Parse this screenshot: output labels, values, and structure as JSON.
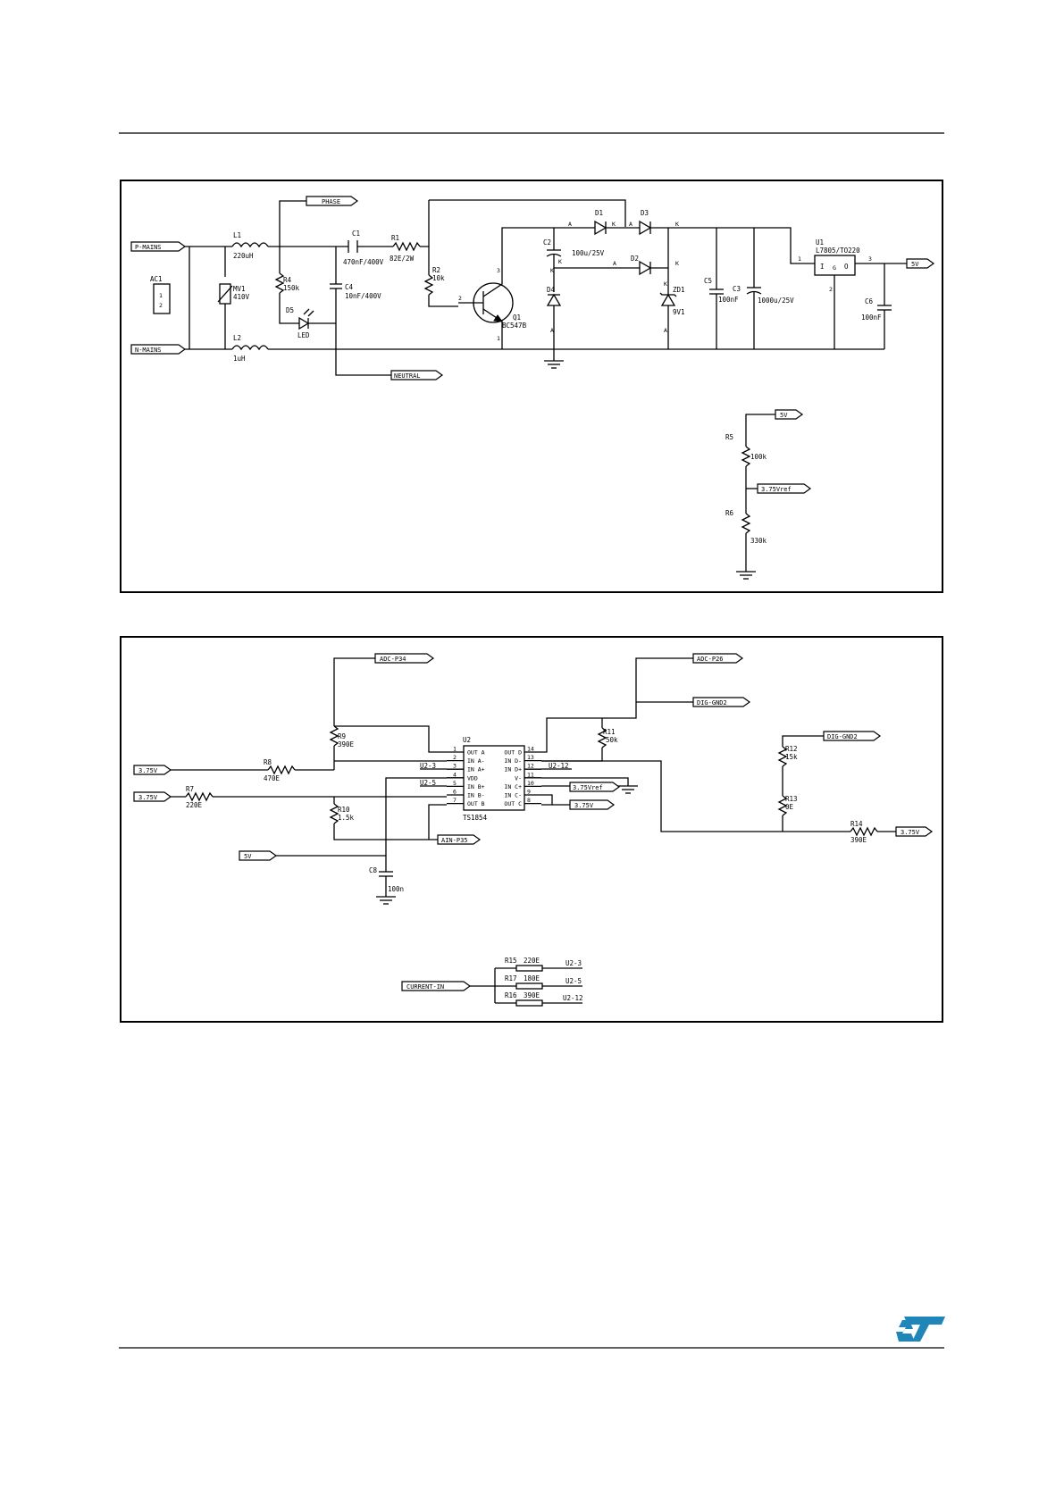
{
  "colors": {
    "logo": "#1f86b9",
    "ink": "#000000"
  },
  "logo_icon": "st-logo-icon",
  "power": {
    "ports": {
      "p_mains": "P-MAINS",
      "n_mains": "N-MAINS",
      "phase": "PHASE",
      "neutral": "NEUTRAL",
      "out_5v": "5V",
      "r5_5v": "5V",
      "ref": "3.75Vref"
    },
    "ac1": {
      "ref": "AC1",
      "pin1": "1",
      "pin2": "2"
    },
    "l1": {
      "ref": "L1",
      "value": "220uH"
    },
    "l2": {
      "ref": "L2",
      "value": "1uH"
    },
    "mov1": {
      "ref": "MV1",
      "value": "410V"
    },
    "r4": {
      "ref": "R4",
      "value": "150k"
    },
    "d5": {
      "ref": "D5",
      "value": "LED"
    },
    "c1": {
      "ref": "C1",
      "value": "470nF/400V"
    },
    "c4": {
      "ref": "C4",
      "value": "10nF/400V"
    },
    "r1": {
      "ref": "R1",
      "value": "82E/2W"
    },
    "r2": {
      "ref": "R2",
      "value": "10k"
    },
    "q1": {
      "ref": "Q1",
      "value": "BC547B",
      "pin1": "1",
      "pin2": "2",
      "pin3": "3"
    },
    "c2": {
      "ref": "C2",
      "value": "100u/25V",
      "a": "A",
      "k": "K"
    },
    "d4": {
      "ref": "D4",
      "a": "A",
      "k": "K"
    },
    "d1": {
      "ref": "D1",
      "a": "A",
      "k": "K"
    },
    "d3": {
      "ref": "D3",
      "a": "A",
      "k": "K"
    },
    "d2": {
      "ref": "D2",
      "a": "A",
      "k": "K"
    },
    "zd1": {
      "ref": "ZD1",
      "value": "9V1",
      "a": "A",
      "k": "K"
    },
    "c5": {
      "ref": "C5",
      "value": "100nF"
    },
    "c3": {
      "ref": "C3",
      "value": "1000u/25V"
    },
    "u1": {
      "ref": "U1",
      "value": "L7805/TO220",
      "pin1": "1",
      "pin2": "2",
      "pin3": "3",
      "in": "I",
      "gnd": "G",
      "out": "O"
    },
    "c6": {
      "ref": "C6",
      "value": "100nF"
    },
    "r5": {
      "ref": "R5",
      "value": "100k"
    },
    "r6": {
      "ref": "R6",
      "value": "330k"
    }
  },
  "opamp": {
    "ports": {
      "adc_p34": "ADC-P34",
      "adc_p26": "ADC-P26",
      "dig_gnd2": "DIG-GND2",
      "ain_p35": "AIN-P35",
      "in1": "3.75V",
      "in2": "3.75V",
      "vcc": "5V",
      "ref": "3.75Vref",
      "out375": "3.75V",
      "dig_gnd": "DIG-GND2",
      "r14_375": "3.75V",
      "current_in": "CURRENT-IN"
    },
    "u2": {
      "ref": "U2",
      "part": "TS1854",
      "left_pins": [
        {
          "num": "1",
          "name": "OUT A"
        },
        {
          "num": "2",
          "name": "IN A-"
        },
        {
          "num": "3",
          "name": "IN A+"
        },
        {
          "num": "4",
          "name": "VDD"
        },
        {
          "num": "5",
          "name": "IN B+"
        },
        {
          "num": "6",
          "name": "IN B-"
        },
        {
          "num": "7",
          "name": "OUT B"
        }
      ],
      "right_pins": [
        {
          "num": "14",
          "name": "OUT D"
        },
        {
          "num": "13",
          "name": "IN D-"
        },
        {
          "num": "12",
          "name": "IN D+"
        },
        {
          "num": "11",
          "name": "V-"
        },
        {
          "num": "10",
          "name": "IN C+"
        },
        {
          "num": "9",
          "name": "IN C-"
        },
        {
          "num": "8",
          "name": "OUT C"
        }
      ]
    },
    "net_u2_3": "U2-3",
    "net_u2_5": "U2-5",
    "net_u2_12": "U2-12",
    "r9": {
      "ref": "R9",
      "value": "390E"
    },
    "r8": {
      "ref": "R8",
      "value": "470E"
    },
    "r7": {
      "ref": "R7",
      "value": "220E"
    },
    "r10": {
      "ref": "R10",
      "value": "1.5k"
    },
    "c8": {
      "ref": "C8",
      "value": "100n"
    },
    "r11": {
      "ref": "R11",
      "value": "50k"
    },
    "r12": {
      "ref": "R12",
      "value": "15k"
    },
    "r13": {
      "ref": "R13",
      "value": "0E"
    },
    "r14": {
      "ref": "R14",
      "value": "390E"
    },
    "r15": {
      "ref": "R15",
      "value": "220E",
      "net": "U2-3"
    },
    "r17": {
      "ref": "R17",
      "value": "180E",
      "net": "U2-5"
    },
    "r16": {
      "ref": "R16",
      "value": "390E",
      "net": "U2-12"
    }
  }
}
